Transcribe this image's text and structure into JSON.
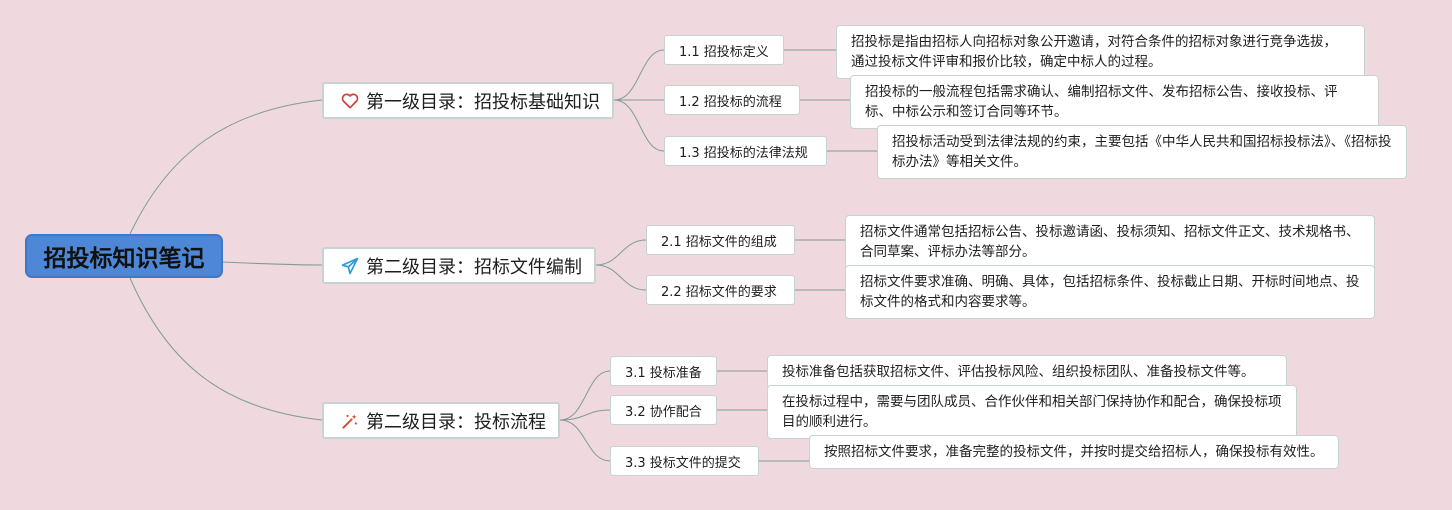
{
  "root": {
    "title": "招投标知识笔记"
  },
  "branches": [
    {
      "icon": "heart-icon",
      "title": "第一级目录：招投标基础知识",
      "children": [
        {
          "label": "1.1 招投标定义",
          "desc": "招投标是指由招标人向招标对象公开邀请，对符合条件的招标对象进行竞争选拔，通过投标文件评审和报价比较，确定中标人的过程。"
        },
        {
          "label": "1.2 招投标的流程",
          "desc": "招投标的一般流程包括需求确认、编制招标文件、发布招标公告、接收投标、评标、中标公示和签订合同等环节。"
        },
        {
          "label": "1.3 招投标的法律法规",
          "desc": "招投标活动受到法律法规的约束，主要包括《中华人民共和国招标投标法》、《招标投标办法》等相关文件。"
        }
      ]
    },
    {
      "icon": "paper-plane-icon",
      "title": "第二级目录：招标文件编制",
      "children": [
        {
          "label": "2.1 招标文件的组成",
          "desc": "招标文件通常包括招标公告、投标邀请函、投标须知、招标文件正文、技术规格书、合同草案、评标办法等部分。"
        },
        {
          "label": "2.2 招标文件的要求",
          "desc": "招标文件要求准确、明确、具体，包括招标条件、投标截止日期、开标时间地点、投标文件的格式和内容要求等。"
        }
      ]
    },
    {
      "icon": "magic-wand-icon",
      "title": "第二级目录：投标流程",
      "children": [
        {
          "label": "3.1 投标准备",
          "desc": "投标准备包括获取招标文件、评估投标风险、组织投标团队、准备投标文件等。"
        },
        {
          "label": "3.2 协作配合",
          "desc": "在投标过程中，需要与团队成员、合作伙伴和相关部门保持协作和配合，确保投标项目的顺利进行。"
        },
        {
          "label": "3.3 投标文件的提交",
          "desc": "按照招标文件要求，准备完整的投标文件，并按时提交给招标人，确保投标有效性。"
        }
      ]
    }
  ],
  "colors": {
    "background": "#f0d8df",
    "root": "#4d87d6",
    "line": "#7f9c95",
    "heart": "#d63a3a",
    "plane": "#2b9bd8",
    "wand": "#d04a2a"
  }
}
